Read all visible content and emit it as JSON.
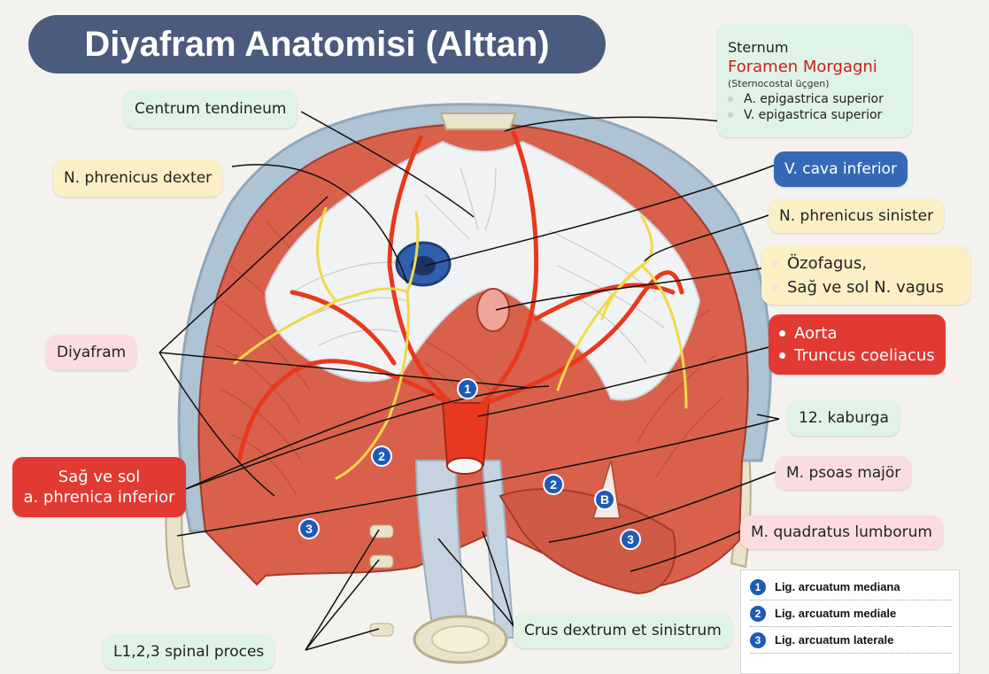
{
  "title": "Diyafram Anatomisi (Alttan)",
  "labels": {
    "centrum_tendineum": "Centrum tendineum",
    "n_phrenicus_dexter": "N. phrenicus dexter",
    "v_cava_inferior": "V. cava inferior",
    "n_phrenicus_sinister": "N. phrenicus sinister",
    "ozofagus": "Özofagus,",
    "vagus": "Sağ ve sol N. vagus",
    "aorta": "Aorta",
    "truncus": "Truncus coeliacus",
    "diyafram": "Diyafram",
    "kaburga": "12. kaburga",
    "phrenica_line1": "Sağ ve sol",
    "phrenica_line2": "a. phrenica inferior",
    "psoas": "M. psoas majör",
    "quadratus": "M. quadratus lumborum",
    "crus": "Crus dextrum et sinistrum",
    "spinal": "L1,2,3 spinal proces"
  },
  "sternum_box": {
    "sternum": "Sternum",
    "foramen": "Foramen Morgagni",
    "sternocostal": "(Sternocostal üçgen)",
    "artery": "A. epigastrica superior",
    "vein": "V. epigastrica superior"
  },
  "markers": {
    "m1": "1",
    "m2": "2",
    "m3": "3",
    "mb": "B"
  },
  "legend": [
    {
      "num": "1",
      "text": "Lig. arcuatum mediana"
    },
    {
      "num": "2",
      "text": "Lig. arcuatum mediale"
    },
    {
      "num": "3",
      "text": "Lig. arcuatum laterale"
    }
  ],
  "colors": {
    "muscle": "#d9614b",
    "tendon": "#f1f2f3",
    "artery": "#e8391f",
    "nerve": "#f1d94a",
    "vein": "#2f5fae",
    "bone": "#ebe3c9",
    "pleura": "#a9bfcf",
    "title_bg": "#4a5b7e"
  }
}
